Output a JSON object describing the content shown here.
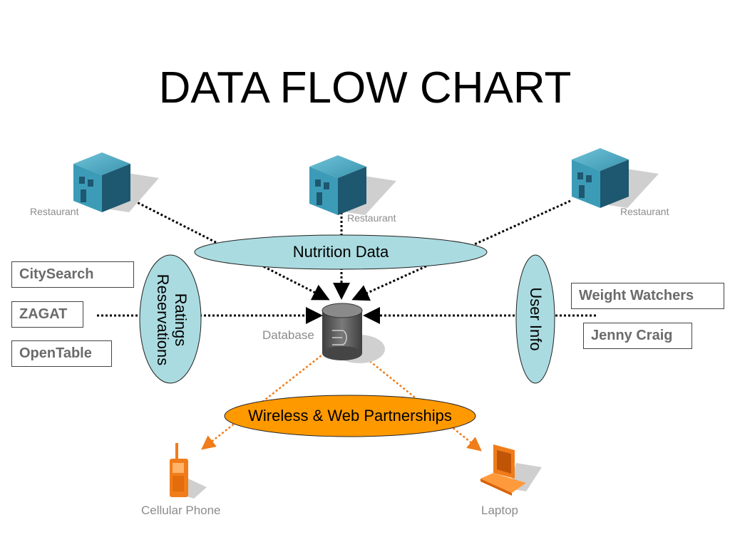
{
  "title": "DATA FLOW CHART",
  "nodes": {
    "restaurant_left": "Restaurant",
    "restaurant_center": "Restaurant",
    "restaurant_right": "Restaurant",
    "database": "Database",
    "cellular_phone": "Cellular Phone",
    "laptop": "Laptop"
  },
  "ellipses": {
    "nutrition_data": "Nutrition Data",
    "ratings_reservations": [
      "Ratings",
      "Reservations"
    ],
    "user_info": "User Info",
    "partnerships": "Wireless & Web Partnerships"
  },
  "sources_left": [
    "CitySearch",
    "ZAGAT",
    "OpenTable"
  ],
  "sources_right": [
    "Weight Watchers",
    "Jenny Craig"
  ],
  "colors": {
    "ellipse_fill": "#aadbe0",
    "partnership_fill": "#ff9900",
    "flow_in": "#000000",
    "flow_out": "#f07c1a",
    "building": "#2a6f88",
    "device": "#f07c1a"
  },
  "icons": {
    "restaurant": "building-icon",
    "database": "database-cylinder-icon",
    "cellular_phone": "cell-phone-icon",
    "laptop": "laptop-icon"
  }
}
